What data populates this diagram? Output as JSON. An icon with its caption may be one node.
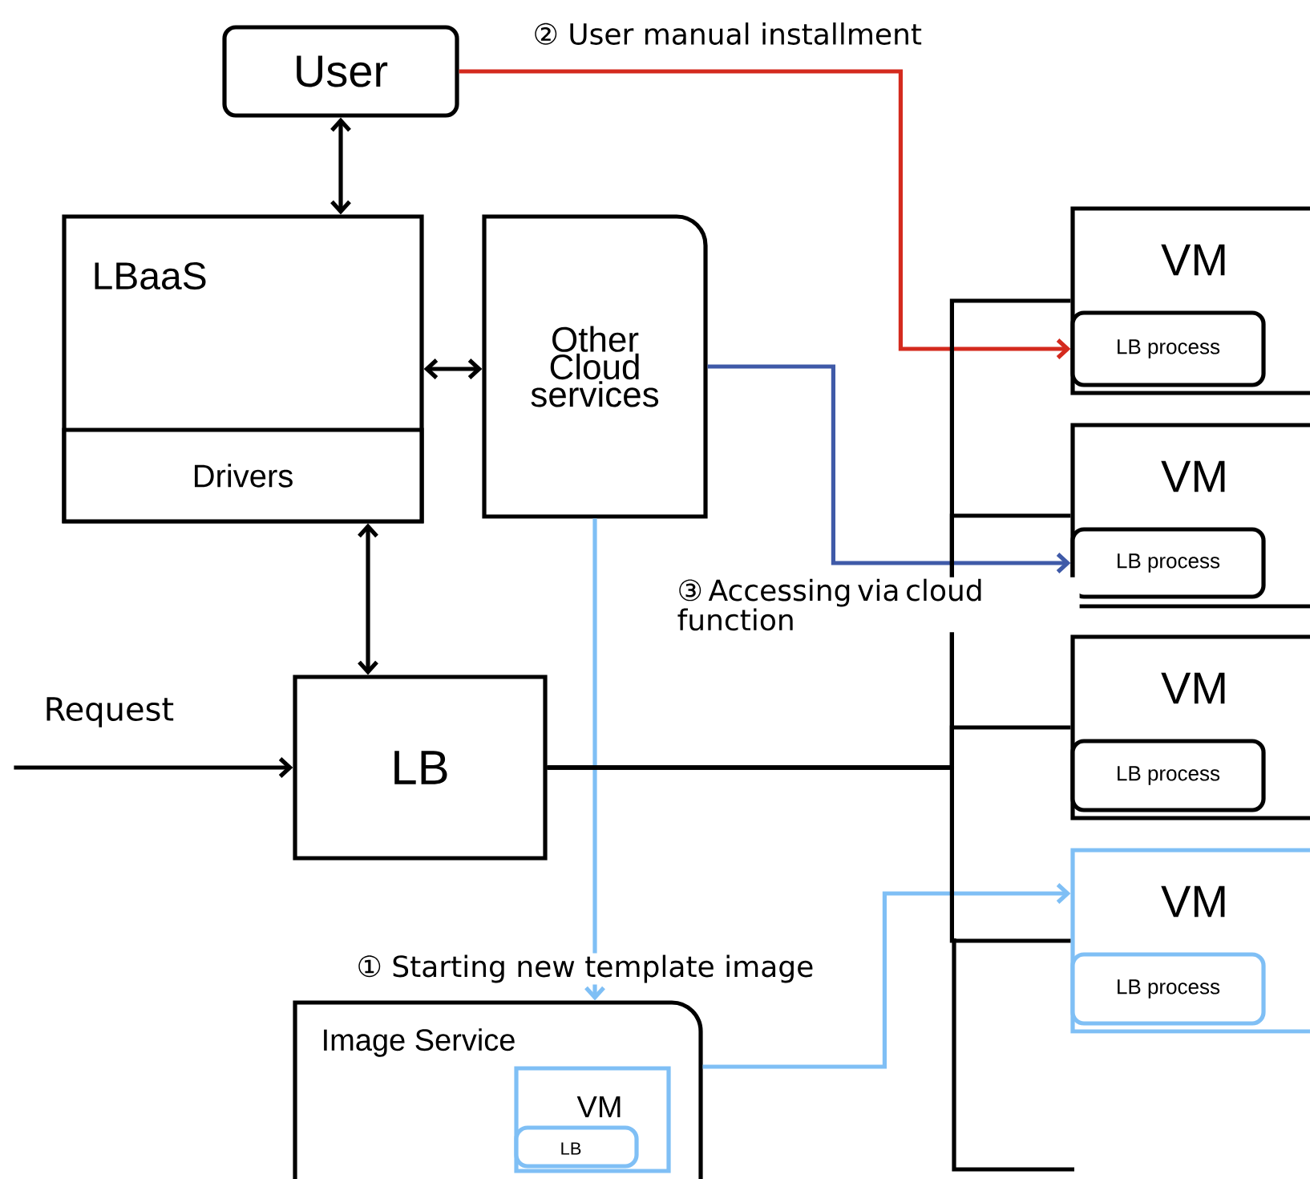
{
  "diagram": {
    "nodes": [
      {
        "text": [
          "User"
        ]
      },
      {
        "text": [
          "LBaaS"
        ]
      },
      {
        "text": [
          "Drivers"
        ],
        "in": 1
      },
      {
        "text": [
          "Other Cloud services"
        ]
      },
      {
        "text": [
          "LB"
        ]
      },
      {
        "text": [
          "VM"
        ]
      },
      {
        "text": [
          "LB process"
        ],
        "in": 5
      },
      {
        "text": [
          "VM"
        ]
      },
      {
        "text": [
          "LB process"
        ],
        "in": 7
      },
      {
        "text": [
          "VM"
        ]
      },
      {
        "text": [
          "LB process"
        ],
        "in": 9
      },
      {
        "text": [
          "VM"
        ]
      },
      {
        "text": [
          "LB process"
        ],
        "in": 11
      },
      {
        "text": [
          "Image Service"
        ]
      },
      {
        "text": [
          "VM"
        ],
        "in": 13
      },
      {
        "text": [
          "LB"
        ],
        "in": 14
      }
    ],
    "edges": [
      {
        "from": 0,
        "to": 1,
        "arrow": "both"
      },
      {
        "from": 1,
        "to": 3,
        "arrow": "both"
      },
      {
        "from": 2,
        "to": 4,
        "arrow": "both"
      },
      {
        "from": null,
        "to": 4,
        "arrow": "to",
        "label": "Request"
      },
      {
        "from": 0,
        "to": 6,
        "arrow": "to",
        "label": "② User manual installment",
        "color": "#d42a1e"
      },
      {
        "from": 3,
        "to": 8,
        "arrow": "to",
        "label": "③ Accessing via cloud function",
        "color": "#3f5aa8"
      },
      {
        "from": 3,
        "to": 13,
        "arrow": "to",
        "label": "① Starting new template image",
        "color": "#7fbff5"
      },
      {
        "from": 13,
        "to": 11,
        "arrow": "to",
        "color": "#7fbff5"
      },
      {
        "from": 4,
        "to": 5,
        "arrow": "none"
      },
      {
        "from": 4,
        "to": 7,
        "arrow": "none"
      },
      {
        "from": 4,
        "to": 9,
        "arrow": "none"
      },
      {
        "from": 4,
        "to": 11,
        "arrow": "none"
      }
    ]
  }
}
